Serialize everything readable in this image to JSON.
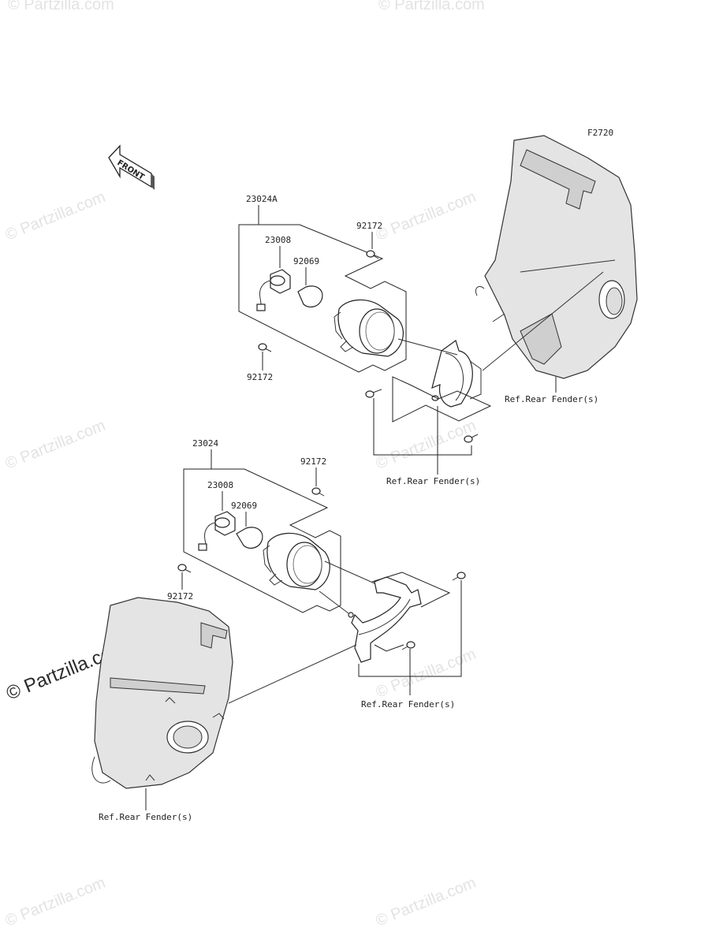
{
  "diagram_id": "F2720",
  "front_label": "FRONT",
  "watermark": "© Partzilla.com",
  "labels": {
    "upper_assembly": "23024A",
    "upper_socket": "23008",
    "upper_bulb": "92069",
    "upper_screw_top": "92172",
    "upper_screw_bottom": "92172",
    "upper_ref_fender": "Ref.Rear Fender(s)",
    "upper_ref_bracket": "Ref.Rear Fender(s)",
    "lower_assembly": "23024",
    "lower_socket": "23008",
    "lower_bulb": "92069",
    "lower_screw_top": "92172",
    "lower_screw_bottom": "92172",
    "lower_ref_bracket": "Ref.Rear Fender(s)",
    "lower_ref_fender": "Ref.Rear Fender(s)"
  }
}
